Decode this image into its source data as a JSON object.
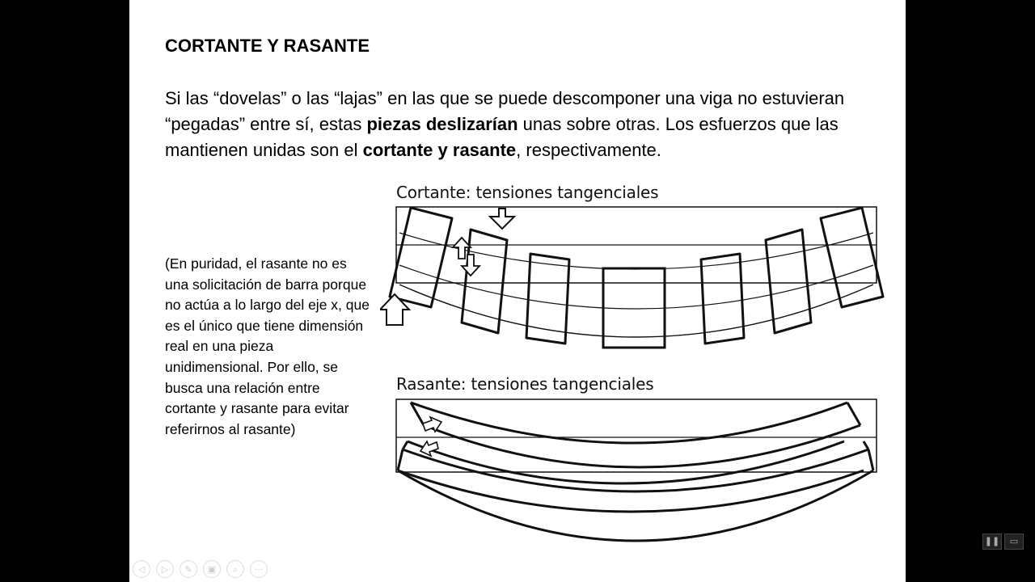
{
  "slide": {
    "title": "CORTANTE Y RASANTE",
    "paragraph": {
      "p1": "Si las “dovelas” o las “lajas” en las que se puede descomponer una viga no estuvieran “pegadas” entre sí, estas ",
      "b1": "piezas deslizarían",
      "p2": " unas sobre otras. Los esfuerzos que las mantienen unidas son el ",
      "b2": "cortante y rasante",
      "p3": ", respectivamente."
    },
    "note": "(En puridad, el rasante no es una solicitación de barra porque no actúa a lo largo del eje x, que es el único que tiene dimensión real en una pieza unidimensional. Por ello, se busca una relación entre cortante y rasante para evitar referirnos al rasante)",
    "figures": {
      "cortante_label": "Cortante: tensiones tangenciales",
      "rasante_label": "Rasante: tensiones tangenciales"
    }
  },
  "controls": {
    "icons": [
      "prev-icon",
      "next-icon",
      "pen-icon",
      "slides-icon",
      "zoom-icon",
      "more-icon"
    ],
    "glyphs": [
      "◁",
      "▷",
      "✎",
      "▣",
      "⌕",
      "···"
    ]
  },
  "right_buttons": {
    "glyphs": [
      "❚❚",
      "▭"
    ]
  }
}
